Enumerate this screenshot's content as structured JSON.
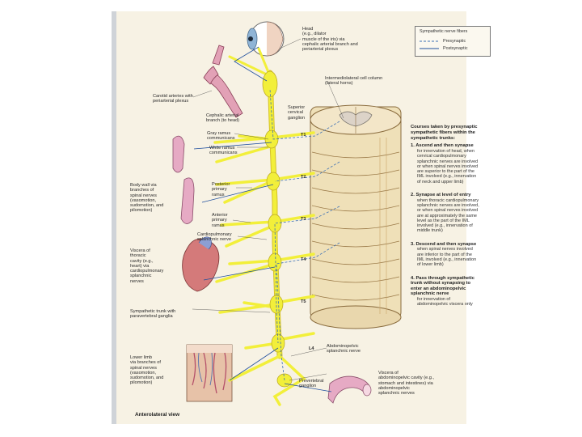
{
  "labels": {
    "head": "Head\n(e.g., dilator\nmuscle of the iris) via\ncephalic arterial branch and\nperiarterial plexus",
    "superior_ganglion": "Superior\ncervical\nganglion",
    "iml": "Intermediolateral cell column\n(lateral horns)",
    "carotid": "Carotid arteries with\nperiarterial plexus",
    "cephalic": "Cephalic arterial\nbranch (to head)",
    "gray_ramus": "Gray ramus\ncommunicans",
    "white_ramus": "White ramus\ncommunicans",
    "body_wall": "Body wall via\nbranches of\nspinal nerves\n(vasomotion,\nsudomotion, and\npilomotion)",
    "posterior_ramus": "Posterior\nprimary\nramus",
    "anterior_ramus": "Anterior\nprimary\nramus",
    "cardiopulmonary": "Cardiopulmonary\nsplanchnic nerve",
    "viscera_thoracic": "Viscera of\nthoracic\ncavity (e.g.,\nheart) via\ncardiopulmonary\nsplanchnic\nnerves",
    "trunk": "Sympathetic trunk with\nparavertebral ganglia",
    "lower_limb": "Lower limb\nvia branches of\nspinal nerves\n(vasomotion,\nsudomotion, and\npilomotion)",
    "abdominopelvic_nerve": "Abdominopelvic\nsplanchnic nerve",
    "prevertebral": "Prevertebral\nganglion",
    "viscera_abdominopelvic": "Viscera of\nabdominopelvic cavity (e.g.,\nstomach and intestines) via\nabdominopelvic\nsplanchnic nerves",
    "view": "Anterolateral view"
  },
  "segments": [
    "T1",
    "T2",
    "T3",
    "T4",
    "T5",
    "L4"
  ],
  "legend": {
    "title": "Sympathetic nerve fibers",
    "presynaptic": "Presynaptic",
    "postsynaptic": "Postsynaptic"
  },
  "courses": {
    "title": "Courses taken by presynaptic\nsympathetic fibers within the\nsympathetic trunks:",
    "items": [
      {
        "heading": "1. Ascend and then synapse",
        "detail": "for innervation of head, when\ncervical cardiopulmonary\nsplanchnic nerves are involved\nor when spinal nerves involved\nare superior to the part of the\nIML involved (e.g., innervation\nof neck and upper limb)"
      },
      {
        "heading": "2. Synapse at level of entry",
        "detail": "when thoracic cardiopulmonary\nsplanchnic nerves are involved,\nor when spinal nerves involved\nare at approximately the same\nlevel as the part of the IML\ninvolved (e.g., innervation of\nmiddle trunk)"
      },
      {
        "heading": "3. Descend and then synapse",
        "detail": "when spinal nerves involved\nare inferior to the part of the\nIML involved (e.g., innervation\nof lower limb)"
      },
      {
        "heading": "4. Pass through sympathetic\ntrunk without synapsing to\nenter an abdominopelvic\nsplanchnic nerve",
        "detail": "for innervation of\nabdominopelvic viscera only"
      }
    ]
  },
  "colors": {
    "nerve_yellow": "#f2ef3a",
    "presynaptic": "#3b6fb5",
    "postsynaptic": "#1f4f9e",
    "cord": "#efe0b8",
    "vessel": "#e2a1b6"
  }
}
